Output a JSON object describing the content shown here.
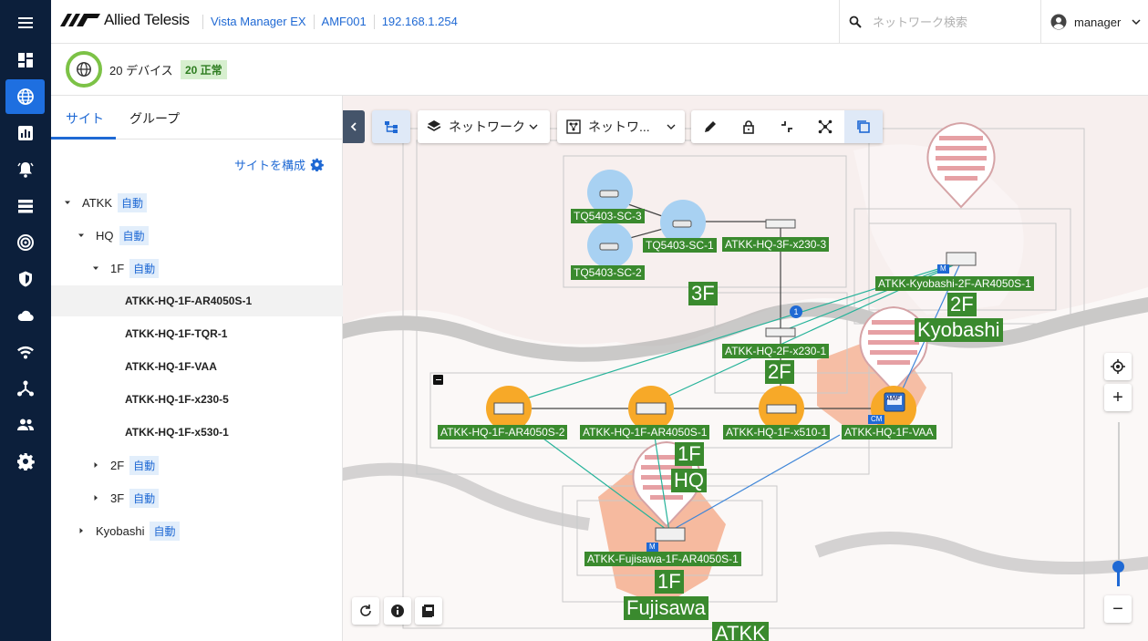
{
  "header": {
    "brand": "Allied Telesis",
    "breadcrumbs": [
      "Vista Manager EX",
      "AMF001",
      "192.168.1.254"
    ],
    "search_placeholder": "ネットワーク検索",
    "user": "manager"
  },
  "nav": [
    "menu-icon",
    "dashboard-icon",
    "globe-icon",
    "chart-icon",
    "alarm-icon",
    "list-icon",
    "radar-icon",
    "shield-icon",
    "cloud-icon",
    "wifi-icon",
    "topology-icon",
    "users-icon",
    "gear-icon"
  ],
  "summary": {
    "devices": "20 デバイス",
    "status": "20 正常"
  },
  "panel": {
    "tabs": [
      "サイト",
      "グループ"
    ],
    "configure": "サイトを構成",
    "tree": [
      {
        "label": "ATKK",
        "badge": "自動"
      },
      {
        "label": "HQ",
        "badge": "自動"
      },
      {
        "label": "1F",
        "badge": "自動"
      },
      {
        "label": "ATKK-HQ-1F-AR4050S-1"
      },
      {
        "label": "ATKK-HQ-1F-TQR-1"
      },
      {
        "label": "ATKK-HQ-1F-VAA"
      },
      {
        "label": "ATKK-HQ-1F-x230-5"
      },
      {
        "label": "ATKK-HQ-1F-x530-1"
      },
      {
        "label": "2F",
        "badge": "自動"
      },
      {
        "label": "3F",
        "badge": "自動"
      },
      {
        "label": "Kyobashi",
        "badge": "自動"
      }
    ]
  },
  "toolbar": {
    "layer": "ネットワーク",
    "view": "ネットワ..."
  },
  "map": {
    "devices": [
      "TQ5403-SC-3",
      "TQ5403-SC-1",
      "TQ5403-SC-2",
      "ATKK-HQ-3F-x230-3",
      "ATKK-HQ-2F-x230-1",
      "ATKK-Kyobashi-2F-AR4050S-1",
      "ATKK-HQ-1F-AR4050S-2",
      "ATKK-HQ-1F-AR4050S-1",
      "ATKK-HQ-1F-x510-1",
      "ATKK-HQ-1F-VAA",
      "ATKK-Fujisawa-1F-AR4050S-1"
    ],
    "areas": [
      "3F",
      "2F",
      "2F",
      "Kyobashi",
      "1F",
      "HQ",
      "1F",
      "Fujisawa",
      "ATKK"
    ],
    "badges": {
      "link_count": "1",
      "m": "M",
      "cm": "CM",
      "amf": "AMF"
    },
    "zoom": {
      "plus": "+",
      "minus": "−",
      "level": 0.12
    },
    "colors": {
      "node_orange": "#f7a928",
      "node_blue": "#a8d1f2",
      "label_green": "#3a8a2e",
      "link_teal": "#26b39a",
      "link_blue": "#3f86d8"
    }
  }
}
